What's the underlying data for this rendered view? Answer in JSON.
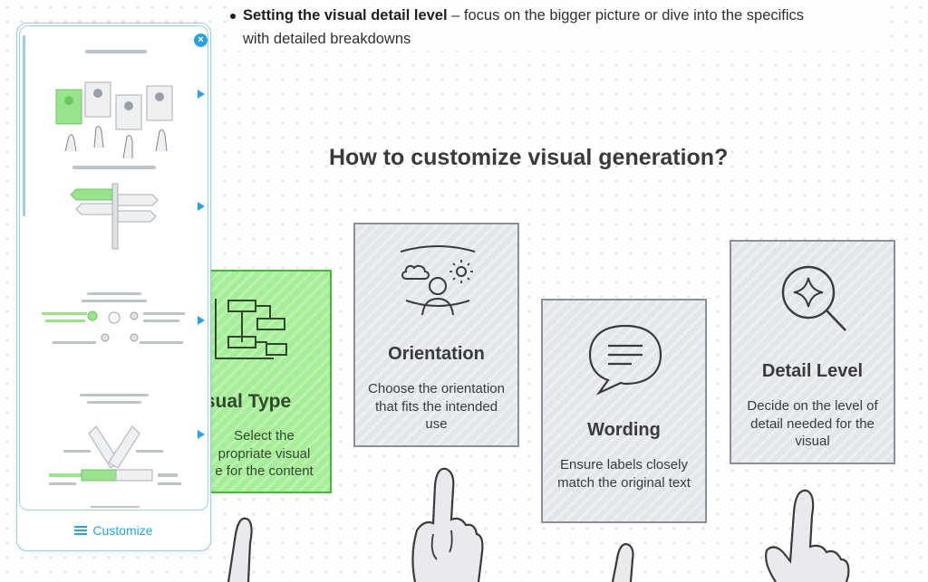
{
  "bullet": {
    "bold": "Setting the visual detail level",
    "rest": " – focus on the bigger picture or dive into the specifics",
    "line2": "with detailed breakdowns"
  },
  "main": {
    "title": "How to customize visual generation?"
  },
  "cards": [
    {
      "title": "Visual Type",
      "shown_title": "isual Type",
      "desc": "Select the appropriate visual type for the content",
      "shown_desc": "Select the\npropriate visual\ne for the content",
      "color": "#a6ef98"
    },
    {
      "title": "Orientation",
      "desc": "Choose the orientation that fits the intended use"
    },
    {
      "title": "Wording",
      "desc": "Ensure labels closely match the original text"
    },
    {
      "title": "Detail Level",
      "desc": "Decide on the level of detail needed for the visual"
    }
  ],
  "panel": {
    "close_icon": "close-icon",
    "customize_label": "Customize",
    "accent": "#2aa2e0",
    "thumbnails": [
      "thumbnail-1",
      "thumbnail-2",
      "thumbnail-3",
      "thumbnail-4"
    ]
  }
}
